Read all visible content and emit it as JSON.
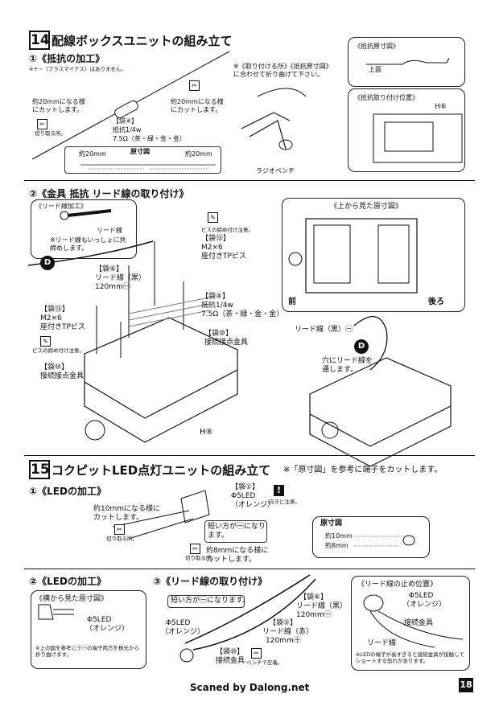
{
  "step14": {
    "num": "14",
    "title": "配線ボックスユニットの組み立て",
    "sub1": "①《抵抗の加工》",
    "note_polarity": "※＋−（プラスマイナス）はありません。",
    "bend_note": "※《取り付ける所》《抵抗原寸図》に合わせて折り曲げて下さい。",
    "cut_left": "約20mmになる様にカットします。",
    "cut_right": "約20mmになる様にカットします。",
    "cut_icon_label": "切り取る所。",
    "bag4_label": "【袋④】",
    "resistor_label": "抵抗1/4w",
    "resistor_value": "7.5Ω（茶・緑・金・金）",
    "scale": {
      "title": "原寸図",
      "left": "約20mm",
      "right": "約20mm"
    },
    "pliers_label": "ラジオペンチ",
    "inset_resistor": {
      "title": "《抵抗原寸図》",
      "top_label": "上面"
    },
    "inset_position": {
      "title": "《抵抗取り付け位置》",
      "part": "H⑧"
    },
    "sub2": "②《金具 抵抗 リード線の取り付け》",
    "lead_proc": {
      "title": "《リード線加工》",
      "label": "リード線",
      "note": "※リード線もいっしょに共締めします。"
    },
    "screw_icon_label": "ビスの締め付け注意。",
    "bag13_a": {
      "bag": "【袋⑬】",
      "size": "M2×6",
      "type": "座付きTPビス"
    },
    "bag6": {
      "bag": "【袋⑥】",
      "label": "リード線（黒）",
      "len": "120mm㊀"
    },
    "bag4_b": {
      "bag": "【袋④】",
      "label": "抵抗1/4w",
      "value": "7.5Ω（茶・緑・金・金）"
    },
    "bag13_b": {
      "bag": "【袋⑬】",
      "size": "M2×6",
      "type": "座付きTPビス"
    },
    "bag10_a": {
      "bag": "【袋⑩】",
      "label": "接続接点金具"
    },
    "bag10_b": {
      "bag": "【袋⑩】",
      "label": "接続接点金具"
    },
    "badge_d": "D",
    "part_h8": "H⑧",
    "top_view": {
      "title": "《上から見た原寸図》",
      "front": "前",
      "back": "後ろ"
    },
    "lead_black": "リード線（黒）㊀",
    "hole_note": "穴にリード線を通します。"
  },
  "step15": {
    "num": "15",
    "title": "コクピットLED点灯ユニットの組み立て",
    "note": "※「原寸図」を参考に端子をカットします。",
    "sub1": "①《LEDの加工》",
    "cut10": "約10mmになる様にカットします。",
    "bag1": {
      "bag": "【袋①】",
      "label": "Φ5LED",
      "color": "（オレンジ）"
    },
    "warn_mark": "!",
    "warn_label": "向きに注意。",
    "short_side": "短い方が㊀になります。",
    "cut8": "約8mmになる様にカットします。",
    "cut_icon_label": "切り取る所。",
    "scale": {
      "title": "原寸図",
      "a": "約10mm",
      "b": "約8mm"
    },
    "sub2": "②《LEDの加工》",
    "side_view": {
      "title": "《横から見た原寸図》",
      "led": "Φ5LED",
      "color": "（オレンジ）",
      "note": "※上の図を参考に㊉㊀の端子両方を根元から折り曲げます。"
    },
    "sub3": "③《リード線の取り付け》",
    "short_minus": "短い方が㊀になります。",
    "bag6": {
      "bag": "【袋⑥】",
      "label": "リード線（黒）",
      "len": "120mm㊀"
    },
    "bag5": {
      "bag": "【袋⑤】",
      "label": "リード線（赤）",
      "len": "120mm㊉"
    },
    "led_label": "Φ5LED",
    "led_color": "（オレンジ）",
    "bag10": {
      "bag": "【袋⑩】",
      "label": "接続金具"
    },
    "pliers_note": "ペンチで圧着。",
    "stop_pos": {
      "title": "《リード線の止め位置》",
      "led": "Φ5LED",
      "color": "（オレンジ）",
      "fitting": "接続金具",
      "lead": "リード線",
      "note": "※LEDの端子が長すぎると接続金具が接触してショートする恐れがあります。"
    }
  },
  "footer": {
    "credit": "Scaned by Dalong.net",
    "page": "18"
  }
}
